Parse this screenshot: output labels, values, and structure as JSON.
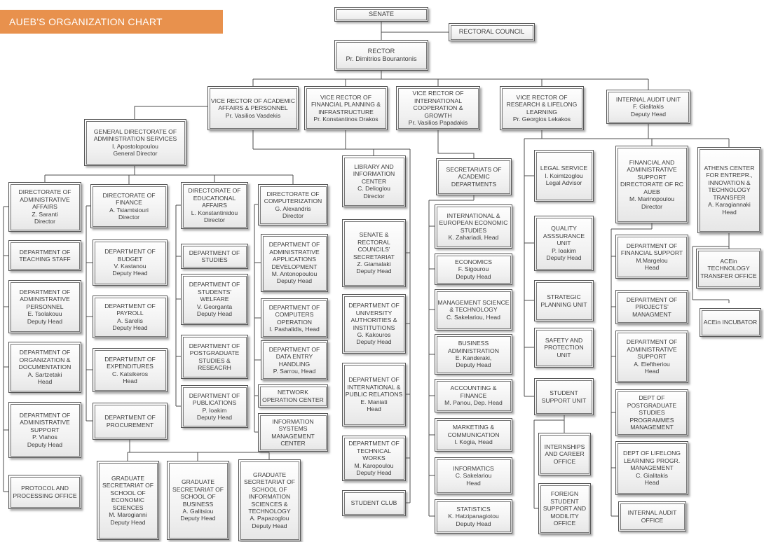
{
  "banner": {
    "title": "AUEB'S ORGANIZATION CHART"
  },
  "colors": {
    "banner_bg": "#E8914D",
    "banner_text": "#FFFFFF",
    "line": "#4d4d4d"
  },
  "nodes": {
    "senate": "SENATE",
    "rectoral_council": "RECTORAL COUNCIL",
    "rector": "RECTOR\nPr. Dimitrios Bourantonis",
    "vr_academic": "VICE RECTOR OF ACADEMIC AFFAIRS & PERSONNEL\nPr. Vasilios Vasdekis",
    "vr_financial": "VICE RECTOR OF FINANCIAL PLANNING & INFRASTRUCTURE\nPr. Konstantinos Drakos",
    "vr_international": "VICE RECTOR OF INTERNATIONAL COOPERATION & GROWTH\nPr. Vasilios Papadakis",
    "vr_research": "VICE RECTOR OF RESEARCH & LIFELONG LEARNING\nPr. Georgios Lekakos",
    "internal_audit_unit": "INTERNAL AUDIT UNIT\nF. Gialitakis\nDeputy Head",
    "general_directorate": "GENERAL DIRECTORATE OF ADMINISTRATION SERVICES\nI. Apostolopoulou\nGeneral Director",
    "dir_admin_affairs": "DIRECTORATE OF ADMINISTRATIVE AFFAIRS\nZ. Saranti\nDirector",
    "dept_teaching_staff": "DEPARTMENT OF TEACHING STAFF",
    "dept_admin_personnel": "DEPARTMENT OF ADMINISTRATIVE PERSONNEL\nE. Tsolakouu\nDeputy Head",
    "dept_org_doc": "DEPARTMENT OF ORGANIZATION & DOCUMENTATION\nA. Sartzetaki\nHead",
    "dept_admin_support": "DEPARTMENT OF ADMINISTRATIVE SUPPORT\nP. Vlahos\nDeputy Head",
    "protocol_office": "PROTOCOL AND PROCESSING OFFICE",
    "dir_finance": "DIRECTORATE OF FINANCE\nA. Tsiamtsiouri\nDirector",
    "dept_budget": "DEPARTMENT OF BUDGET\nV. Kastanou\nDeputy Head",
    "dept_payroll": "DEPARTMENT OF PAYROLL\nA. Sarelis\nDeputy Head",
    "dept_expenditures": "DEPARTMENT OF EXPENDITURES\nC. Katsikeros\nHead",
    "dept_procurement": "DEPARTMENT OF PROCUREMENT",
    "dir_educational": "DIRECTORATE OF EDUCATIONAL AFFAIRS\nL. Konstantinidou\nDirector",
    "dept_studies": "DEPARTMENT OF STUDIES",
    "dept_students_welfare": "DEPARTMENT OF STUDENTS' WELFARE\nV. Georganta\nDeputy Head",
    "dept_postgrad": "DEPARTMENT OF POSTGRADUATE STUDIES & RESEACRH",
    "dept_publications": "DEPARTMENT OF PUBLICATIONS\nP. Ioakim\nDeputy Head",
    "dir_computerization": "DIRECTORATE OF COMPUTERIZATION\nG. Alexandris\nDirector",
    "dept_admin_apps": "DEPARTMENT OF ADMINISTRATIVE APPLICATIONS DEVELOPMENT\nM. Antonopoulou\nDeputy Head",
    "dept_computers_op": "DEPARTMENT OF COMPUTERS OPERATION\nI. Pashalidis, Head",
    "dept_data_entry": "DEPARTMENT OF DATA ENTRY HANDLING\nP. Sarrou, Head",
    "network_center": "NETWORK OPERATION CENTER",
    "info_systems_center": "INFORMATION SYSTEMS MANAGEMENT CENTER",
    "grad_econ": "GRADUATE SECRETARIAT OF SCHOOL OF ECONOMIC SCIENCES\nM. Marogianni\nDeputy Head",
    "grad_business": "GRADUATE SECRETARIAT OF SCHOOL OF BUSINESS\nA. Galitsiou\nDeputy Head",
    "grad_infosci": "GRADUATE SECRETARIAT OF SCHOOL OF INFORMATION SCIENCES & TECHNOLOGY\nA. Papazoglou\nDeputy Head",
    "library": "LIBRARY AND INFORMATION CENTER\nC. Delioglou\nDirector",
    "senate_secretariat": "SENATE & RECTORAL COUNCILS' SECRETARIAT\nZ. Giamalaki\nDeputy Head",
    "dept_univ_authorities": "DEPARTMENT OF UNIVERSITY AUTHORITIES  & INSTITUTIONS\nG. Kakouros\nDeputy Head",
    "dept_intl_relations": "DEPARTMENT OF INTERNATIONAL & PUBLIC RELATIONS\nE. Maniati\nHead",
    "dept_technical": "DEPARTMENT OF TECHNICAL WORKS\nM. Karopoulou\nDeputy Head",
    "student_club": "STUDENT CLUB",
    "secretariats_header": "SECRETARIATS OF ACADEMIC DEPARTMENTS",
    "sec_intl_euro": "INTERNATIONAL & EUROPEAN ECONOMIC STUDIES\nK. Zahariadi, Head",
    "sec_economics": "ECONOMICS\nF. Sigourou\nDeputy Head",
    "sec_mst": "MANAGEMENT SCIENCE & TECHNOLOGY\nC. Sakelariou, Head",
    "sec_business_admin": "BUSINESS ADMINISTRATION\nE. Kanderaki,\nDeputy Head",
    "sec_accounting": "ACCOUNTING & FINANCE\nM. Panou, Dep. Head",
    "sec_marketing": "MARKETING & COMMUNICATION\nI. Kogia,  Head",
    "sec_informatics": "INFORMATICS\nC. Sakelariou\nHead",
    "sec_statistics": "STATISTICS\nK. Hatzipanagiotou\nDeputy Head",
    "legal_service": "LEGAL SERVICE\nI. Koimtzoglou\nLegal Advisor",
    "quality_unit": "QUALITY ASSSURANCE UNIT\nP. Ioakim\nDeputy Head",
    "strategic_unit": "STRATEGIC PLANNING UNIT",
    "safety_unit": "SAFETY AND PROTECTION UNIT",
    "student_support_unit": "STUDENT SUPPORT UNIT",
    "internships_office": "INTERNSHIPS AND CAREER OFFICE",
    "foreign_student_office": "FOREIGN STUDENT SUPPORT AND MODILITY OFFICE",
    "fin_admin_directorate": "FINANCIAL AND ADMINISTRATIVE SUPPORT DIRECTORATE OF RC AUEB\nM. Marinopoulou\nDirector",
    "dept_fin_support": "DEPARTMENT OF FINANCIAL SUPPORT\nM.Margelou\nHead",
    "dept_projects": "DEPARTMENT OF PROJECTS' MANAGMENT",
    "dept_admin_support_rc": "DEPARTMENT OF ADMINISTRATIVE SUPPORT\nA. Eleftheriou\nHead",
    "dept_postgrad_programmes": "DEPT OF POSTGRADUATE STUDIES PROGRAMMES MANAGEMENT",
    "dept_lifelong": "DEPT OF LIFELONG LEARNING PROGR. MANAGEMENT\nC. Gialitakis\nHead",
    "internal_audit_office": "INTERNAL AUDIT OFFICE",
    "athens_center": "ATHENS CENTER FOR ENTREPR., INNOVATION & TECHNOLOGY TRANSFER\nA. Karagiannaki\nHead",
    "acein_tto": "ACEin TECHNOLOGY TRANSFER OFFICE",
    "acein_incubator": "ACEin INCUBATOR"
  }
}
